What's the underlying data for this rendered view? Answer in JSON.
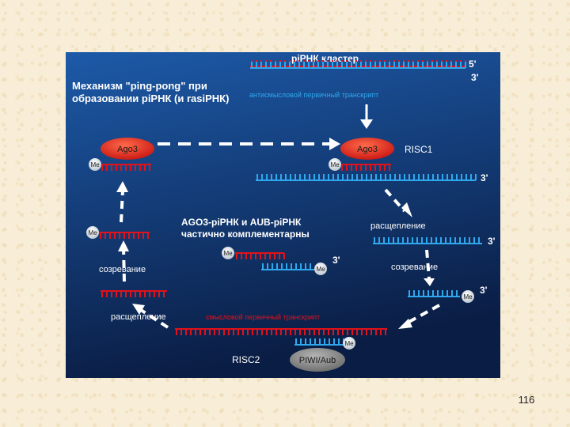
{
  "slide": {
    "page_number": "116"
  },
  "diagram": {
    "colors": {
      "background_top": "#1d5aa8",
      "background_bottom": "#0a1d44",
      "rna_red": "#e0121b",
      "rna_blue": "#2fa8ee",
      "label_white": "#ffffff",
      "ago_red": "#e3261b",
      "piwi_gray": "#8e8e8e"
    },
    "title_line1": "Механизм \"ping-pong\" при",
    "title_line2": "образовании piРНК (и rasiРНК)",
    "cluster_label": "piРНК кластер",
    "five_prime": "5'",
    "three_prime": "3'",
    "antisense_label": "антисмысловой первичный транскрипт",
    "sense_label": "смысловой первичный транскрипт",
    "ago3": "Ago3",
    "risc1": "RISC1",
    "risc2": "RISC2",
    "piwi_aub": "PIWI/Aub",
    "me": "Me",
    "complementary_line1": "AGO3-piРНК и AUB-piРНК",
    "complementary_line2": "частично комплементарны",
    "cleavage": "расщепление",
    "maturation": "созревание"
  }
}
